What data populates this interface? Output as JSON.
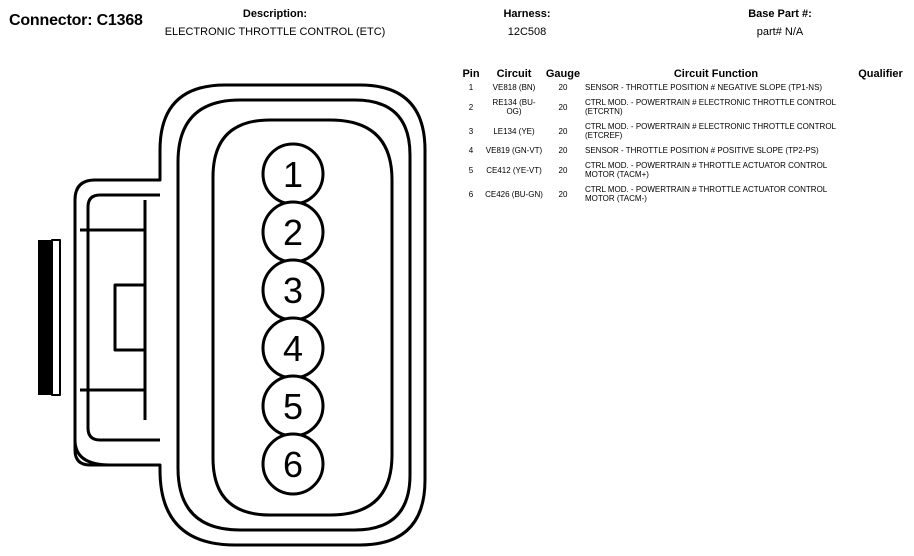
{
  "header": {
    "connector": "Connector: C1368",
    "description_label": "Description:",
    "description": "ELECTRONIC THROTTLE CONTROL (ETC)",
    "harness_label": "Harness:",
    "harness": "12C508",
    "base_part_label": "Base Part #:",
    "base_part": "part# N/A"
  },
  "table": {
    "columns": [
      "Pin",
      "Circuit",
      "Gauge",
      "Circuit Function",
      "Qualifier"
    ],
    "rows": [
      {
        "pin": "1",
        "circuit": "VE818 (BN)",
        "gauge": "20",
        "function": "SENSOR - THROTTLE POSITION # NEGATIVE SLOPE (TP1-NS)",
        "qualifier": ""
      },
      {
        "pin": "2",
        "circuit": "RE134 (BU-OG)",
        "gauge": "20",
        "function": "CTRL MOD. - POWERTRAIN # ELECTRONIC THROTTLE CONTROL (ETCRTN)",
        "qualifier": ""
      },
      {
        "pin": "3",
        "circuit": "LE134 (YE)",
        "gauge": "20",
        "function": "CTRL MOD. - POWERTRAIN # ELECTRONIC THROTTLE CONTROL (ETCREF)",
        "qualifier": ""
      },
      {
        "pin": "4",
        "circuit": "VE819 (GN-VT)",
        "gauge": "20",
        "function": "SENSOR - THROTTLE POSITION # POSITIVE SLOPE (TP2-PS)",
        "qualifier": ""
      },
      {
        "pin": "5",
        "circuit": "CE412 (YE-VT)",
        "gauge": "20",
        "function": "CTRL MOD. - POWERTRAIN # THROTTLE ACTUATOR CONTROL MOTOR (TACM+)",
        "qualifier": ""
      },
      {
        "pin": "6",
        "circuit": "CE426 (BU-GN)",
        "gauge": "20",
        "function": "CTRL MOD. - POWERTRAIN # THROTTLE ACTUATOR CONTROL MOTOR (TACM-)",
        "qualifier": ""
      }
    ]
  },
  "diagram": {
    "pins": [
      "1",
      "2",
      "3",
      "4",
      "5",
      "6"
    ]
  }
}
